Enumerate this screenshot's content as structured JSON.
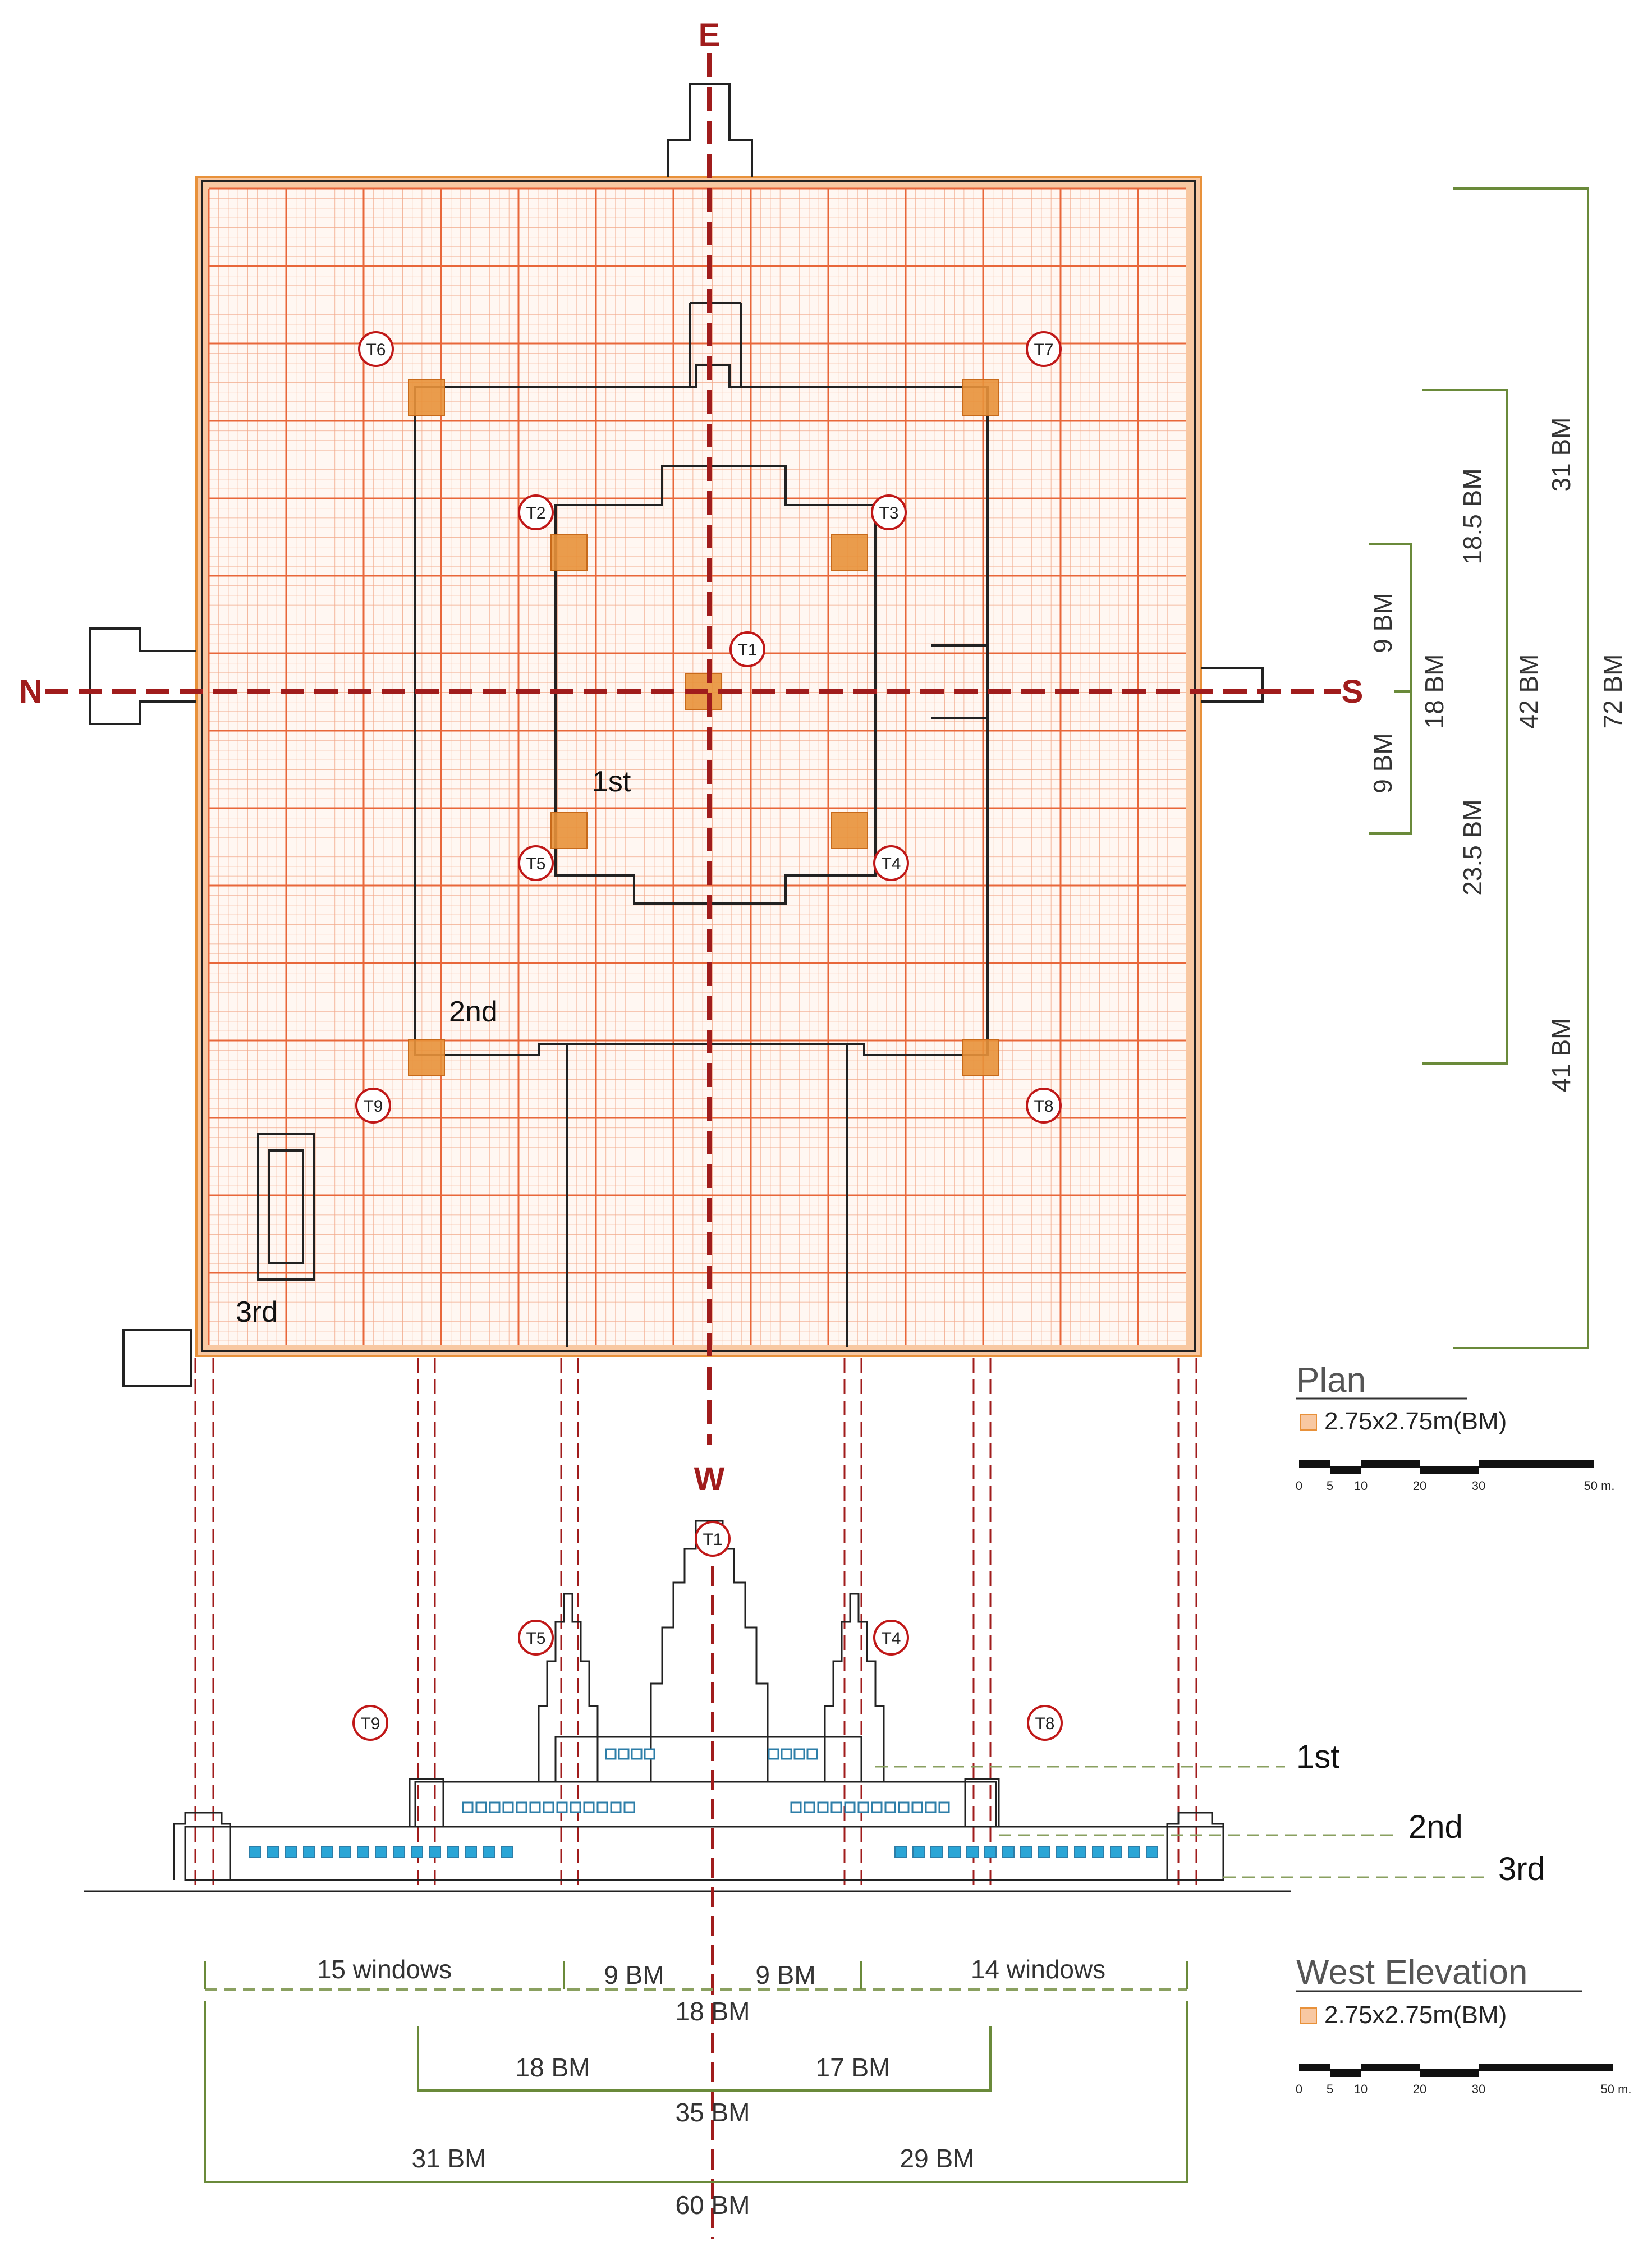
{
  "compass": {
    "east": "E",
    "west": "W",
    "north": "N",
    "south": "S"
  },
  "towers": {
    "t1": "T1",
    "t2": "T2",
    "t3": "T3",
    "t4": "T4",
    "t5": "T5",
    "t6": "T6",
    "t7": "T7",
    "t8": "T8",
    "t9": "T9"
  },
  "levels": {
    "first": "1st",
    "second": "2nd",
    "third": "3rd"
  },
  "plan_dimensions": {
    "south_split": {
      "a": "9 BM",
      "b": "9 BM"
    },
    "inner_total": "18 BM",
    "middle_top": "18.5 BM",
    "middle_bottom": "23.5 BM",
    "middle_total": "42 BM",
    "outer_top": "31 BM",
    "outer_bottom": "41 BM",
    "outer_total": "72 BM"
  },
  "elevation_dimensions": {
    "row1": {
      "left": "15 windows",
      "center_left": "9 BM",
      "center_right": "9 BM",
      "right": "14 windows"
    },
    "row1_total": "18 BM",
    "row2": {
      "left": "18 BM",
      "right": "17 BM"
    },
    "row2_total": "35 BM",
    "row3": {
      "left": "31 BM",
      "right": "29 BM"
    },
    "row3_total": "60 BM"
  },
  "legends": {
    "plan": {
      "title": "Plan",
      "swatch_label": "2.75x2.75m(BM)"
    },
    "elevation": {
      "title": "West Elevation",
      "swatch_label": "2.75x2.75m(BM)"
    },
    "scale_ticks": [
      "0",
      "5",
      "10",
      "20",
      "30",
      "50 m."
    ]
  },
  "colors": {
    "axis": "#a01c1c",
    "grid": "#e8673a",
    "grid_fine": "#f2a98a",
    "tower_fill": "#e8913a",
    "dimension": "#6a8a3a",
    "window_blue": "#2aa5d6",
    "window_outline": "#2d7ea8"
  }
}
